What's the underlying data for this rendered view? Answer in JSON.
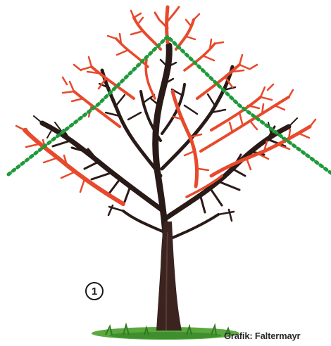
{
  "step_number": "1",
  "credit": "Grafik: Faltermayr",
  "colors": {
    "old_wood": "#2a1a17",
    "trunk": "#3b2320",
    "cut_branches": "#e8492c",
    "crown_guide": "#1f9a3a",
    "grass": "#3f8f2f"
  },
  "icons": [
    "tree-illustration",
    "pruning-guide-line",
    "grass-tuft"
  ]
}
